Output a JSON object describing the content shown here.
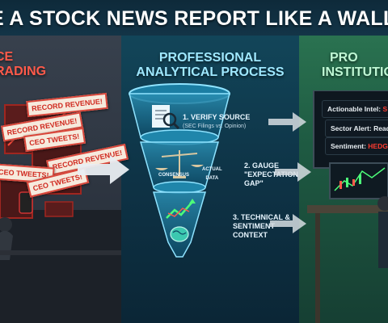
{
  "banner": {
    "title": "E A STOCK NEWS REPORT LIKE A WALL STRE"
  },
  "left": {
    "title_line1": "CE",
    "title_line2": "RADING",
    "notes": [
      "RECORD REVENUE!",
      "RECORD REVENUE!",
      "CEO TWEETS!",
      "CEO TWEETS!",
      "CEO TWEETS!",
      "RECORD REVENUE!"
    ]
  },
  "middle": {
    "title_line1": "PROFESSIONAL",
    "title_line2": "ANALYTICAL PROCESS",
    "step1": {
      "label": "1. VERIFY SOURCE",
      "sub": "(SEC Filings vs. Opinion)"
    },
    "step2": {
      "label_line1": "2. GAUGE",
      "label_line2": "\"EXPECTATION",
      "label_line3": "GAP\""
    },
    "step3": {
      "label_line1": "3. TECHNICAL &",
      "label_line2": "SENTIMENT",
      "label_line3": "CONTEXT"
    },
    "scale_left": "CONSENSUS",
    "scale_right_1": "ACTUAL",
    "scale_right_2": "DATA"
  },
  "right": {
    "title_line1": "PRO",
    "title_line2": "INSTITUTIO",
    "boxes": [
      {
        "label": "Actionable Intel: ",
        "value": "S"
      },
      {
        "label": "Sector Alert: ",
        "value": "Read"
      },
      {
        "label": "Sentiment: ",
        "value": "HEDGE"
      }
    ]
  },
  "colors": {
    "accent_red": "#ff3b30",
    "accent_cyan": "#9fe8ff",
    "accent_green": "#bff7d4"
  },
  "icons": [
    "magnifier-document-icon",
    "balance-scale-icon",
    "chart-up-icon",
    "brain-icon",
    "arrow-right-icon"
  ]
}
